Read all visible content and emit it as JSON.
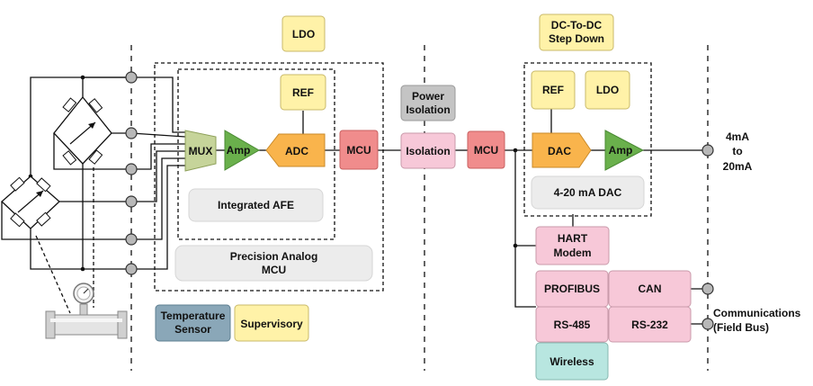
{
  "colors": {
    "yellow": "#fff2a8",
    "green": "#6ab04c",
    "orange": "#f9b44c",
    "red": "#f08c8c",
    "pink": "#f7c8d8",
    "gray": "#c4c4c4",
    "light_gray": "#ececec",
    "blue_gray": "#8aa7b8",
    "teal": "#b8e6e0",
    "mux": "#c6d49a"
  },
  "blocks": {
    "ldo_top": "LDO",
    "dcdc": [
      "DC-To-DC",
      "Step Down"
    ],
    "ref_left": "REF",
    "mux": "MUX",
    "amp_left": "Amp",
    "adc": "ADC",
    "mcu_left": "MCU",
    "power_isolation": [
      "Power",
      "Isolation"
    ],
    "isolation": "Isolation",
    "mcu_right": "MCU",
    "ref_right": "REF",
    "ldo_right": "LDO",
    "dac": "DAC",
    "amp_right": "Amp",
    "integrated_afe": "Integrated AFE",
    "precision_mcu": [
      "Precision Analog",
      "MCU"
    ],
    "dac_420": "4-20 mA DAC",
    "hart": [
      "HART",
      "Modem"
    ],
    "profibus": "PROFIBUS",
    "can": "CAN",
    "rs485": "RS-485",
    "rs232": "RS-232",
    "wireless": "Wireless",
    "temp_sensor": [
      "Temperature",
      "Sensor"
    ],
    "supervisory": "Supervisory"
  },
  "labels": {
    "output": [
      "4mA",
      "to",
      "20mA"
    ],
    "comms": [
      "Communications",
      "(Field Bus)"
    ]
  },
  "icons": {
    "gauge": "pressure-gauge-icon",
    "bridge": "wheatstone-bridge-icon",
    "pipe": "pipe-icon"
  }
}
